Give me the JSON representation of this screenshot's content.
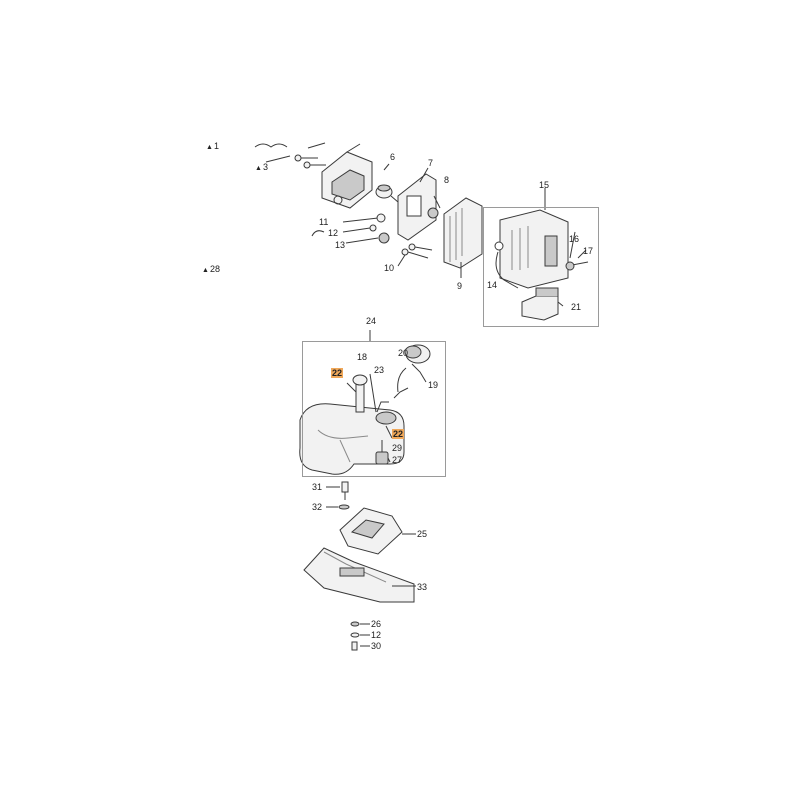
{
  "colors": {
    "line": "#3a3a3a",
    "part_fill": "#f2f2f2",
    "part_shade": "#c9c9c9",
    "highlight": "#f0a85a"
  },
  "callouts": {
    "c1": "1",
    "c3": "3",
    "c6": "6",
    "c7": "7",
    "c8": "8",
    "c9": "9",
    "c10": "10",
    "c11": "11",
    "c12a": "12",
    "c13": "13",
    "c14": "14",
    "c15": "15",
    "c16": "16",
    "c17": "17",
    "c18": "18",
    "c19": "19",
    "c20": "20",
    "c21": "21",
    "c22a": "22",
    "c22b": "22",
    "c23": "23",
    "c24": "24",
    "c25": "25",
    "c26": "26",
    "c27": "27",
    "c28": "28",
    "c29": "29",
    "c30": "30",
    "c31": "31",
    "c32": "32",
    "c33": "33",
    "c12b": "12",
    "triangle": "▲"
  }
}
